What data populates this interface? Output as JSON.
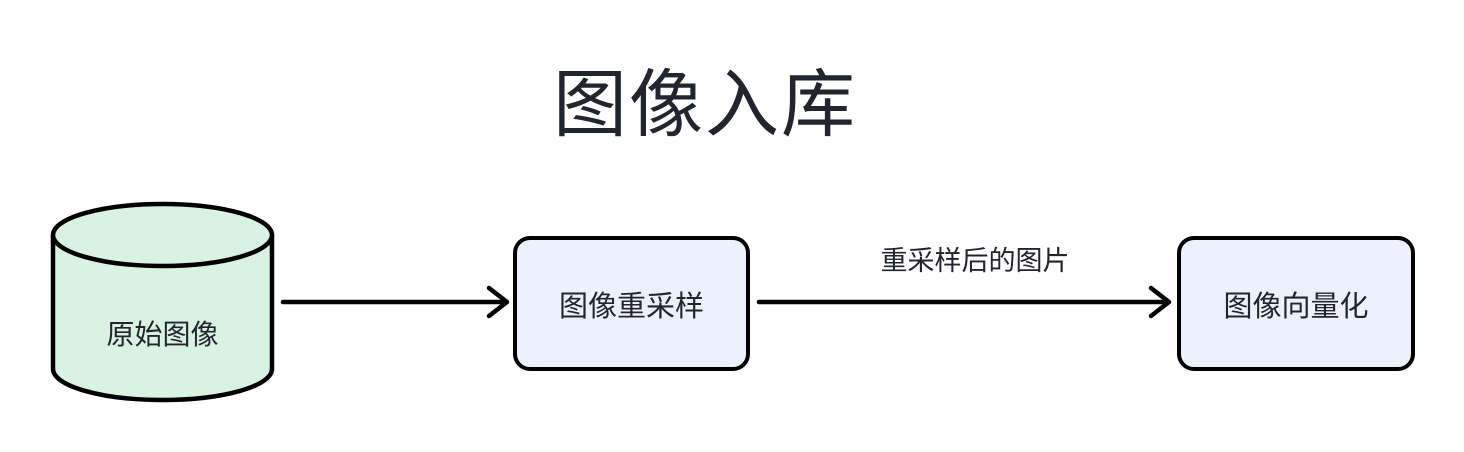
{
  "title": "图像入库",
  "diagram": {
    "nodes": [
      {
        "id": "source",
        "shape": "cylinder",
        "label": "原始图像"
      },
      {
        "id": "resample",
        "shape": "rounded-rect",
        "label": "图像重采样"
      },
      {
        "id": "vectorize",
        "shape": "rounded-rect",
        "label": "图像向量化"
      }
    ],
    "edges": [
      {
        "from": "source",
        "to": "resample",
        "label": ""
      },
      {
        "from": "resample",
        "to": "vectorize",
        "label": "重采样后的图片"
      }
    ]
  },
  "colors": {
    "canvas_bg": "#ffffff",
    "cylinder_fill": "#d9f3e3",
    "box_fill": "#edf1fb",
    "stroke_color": "#000000",
    "text_color": "#23252e"
  }
}
